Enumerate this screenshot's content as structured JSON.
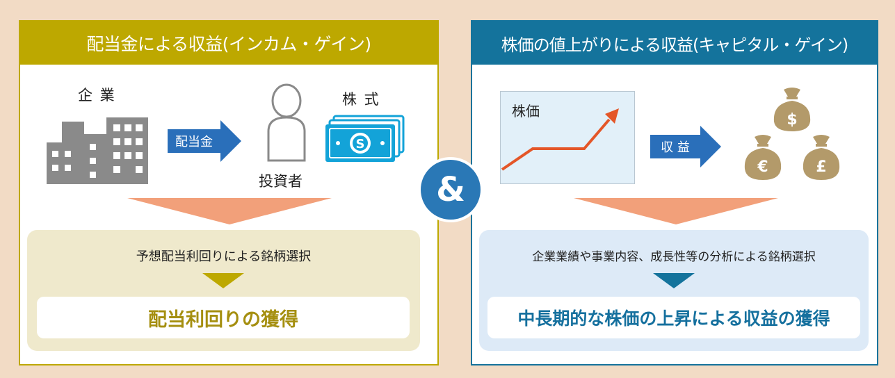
{
  "left_panel": {
    "title": "配当金による収益(インカム・ゲイン)",
    "company_label": "企 業",
    "investor_label": "投資者",
    "stock_label": "株 式",
    "arrow_label": "配当金",
    "strategy": "予想配当利回りによる銘柄選択",
    "result": "配当利回りの獲得",
    "accent_color": "#bda800"
  },
  "right_panel": {
    "title": "株価の値上がりによる収益(キャピタル・ゲイン)",
    "chart_label": "株価",
    "arrow_label": "収 益",
    "strategy": "企業業績や事業内容、成長性等の分析による銘柄選択",
    "result": "中長期的な株価の上昇による収益の獲得",
    "accent_color": "#14739c"
  },
  "connector": "&",
  "icons": [
    "building-icon",
    "person-icon",
    "banknote-icon",
    "line-chart-icon",
    "dollar-bag-icon",
    "euro-bag-icon",
    "pound-bag-icon"
  ]
}
